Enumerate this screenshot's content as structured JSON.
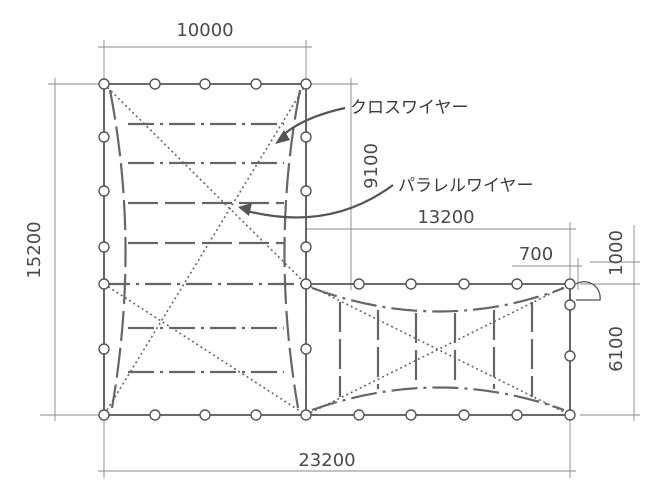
{
  "dimensions": {
    "top_width": "10000",
    "left_height": "15200",
    "inner_height": "9100",
    "right_width": "13200",
    "offset_700": "700",
    "offset_1000": "1000",
    "right_height": "6100",
    "total_width": "23200"
  },
  "labels": {
    "cross_wire": "クロスワイヤー",
    "parallel_wire": "パラレルワイヤー"
  }
}
